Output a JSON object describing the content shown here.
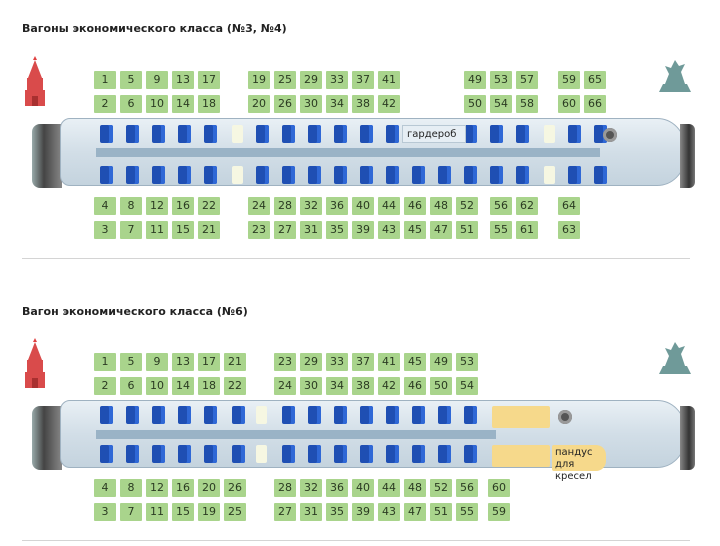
{
  "sections": [
    {
      "title": "Вагоны экономического класса (№3, №4)",
      "wardrobe": "гардероб"
    },
    {
      "title": "Вагон экономического класса (№6)",
      "ramp": "пандус для кресел"
    }
  ],
  "car1": {
    "row1": [
      "1",
      "5",
      "9",
      "13",
      "17",
      "19",
      "25",
      "29",
      "33",
      "37",
      "41",
      "49",
      "53",
      "57",
      "59",
      "65"
    ],
    "row2": [
      "2",
      "6",
      "10",
      "14",
      "18",
      "20",
      "26",
      "30",
      "34",
      "38",
      "42",
      "50",
      "54",
      "58",
      "60",
      "66"
    ],
    "row3": [
      "4",
      "8",
      "12",
      "16",
      "22",
      "24",
      "28",
      "32",
      "36",
      "40",
      "44",
      "46",
      "48",
      "52",
      "56",
      "62",
      "64"
    ],
    "row4": [
      "3",
      "7",
      "11",
      "15",
      "21",
      "23",
      "27",
      "31",
      "35",
      "39",
      "43",
      "45",
      "47",
      "51",
      "55",
      "61",
      "63"
    ]
  },
  "car2": {
    "row1": [
      "1",
      "5",
      "9",
      "13",
      "17",
      "21",
      "23",
      "29",
      "33",
      "37",
      "41",
      "45",
      "49",
      "53"
    ],
    "row2": [
      "2",
      "6",
      "10",
      "14",
      "18",
      "22",
      "24",
      "30",
      "34",
      "38",
      "42",
      "46",
      "50",
      "54"
    ],
    "row3": [
      "4",
      "8",
      "12",
      "16",
      "20",
      "26",
      "28",
      "32",
      "36",
      "40",
      "44",
      "48",
      "52",
      "56",
      "60"
    ],
    "row4": [
      "3",
      "7",
      "11",
      "15",
      "19",
      "25",
      "27",
      "31",
      "35",
      "39",
      "43",
      "47",
      "51",
      "55",
      "59"
    ]
  },
  "colors": {
    "seat": "#1f4fb3",
    "number_bg": "#a9d48c",
    "ramp": "#f6d98b"
  }
}
